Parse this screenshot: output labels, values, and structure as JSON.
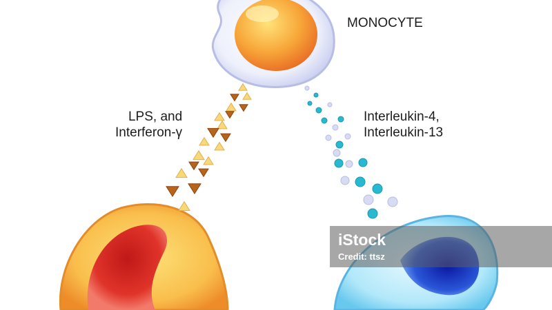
{
  "labels": {
    "monocyte": "MONOCYTE",
    "lps_line1": "LPS, and",
    "lps_line2": "Interferon-γ",
    "il_line1": "Interleukin-4,",
    "il_line2": "Interleukin-13"
  },
  "watermark": {
    "brand": "iStock",
    "credit": "Credit: ttsz"
  },
  "colors": {
    "monocyte_nucleus": "#f6a23a",
    "monocyte_membrane": "#dfe3f6",
    "m1_cell": "#f8b848",
    "m1_nucleus": "#d8282a",
    "m2_cell": "#a8e4f8",
    "m2_nucleus": "#1e3ec8",
    "triangle_light": "#f8d878",
    "triangle_dark": "#b8641a",
    "dot_cyan": "#28b8d0",
    "dot_lavender": "#d8dcf2"
  }
}
